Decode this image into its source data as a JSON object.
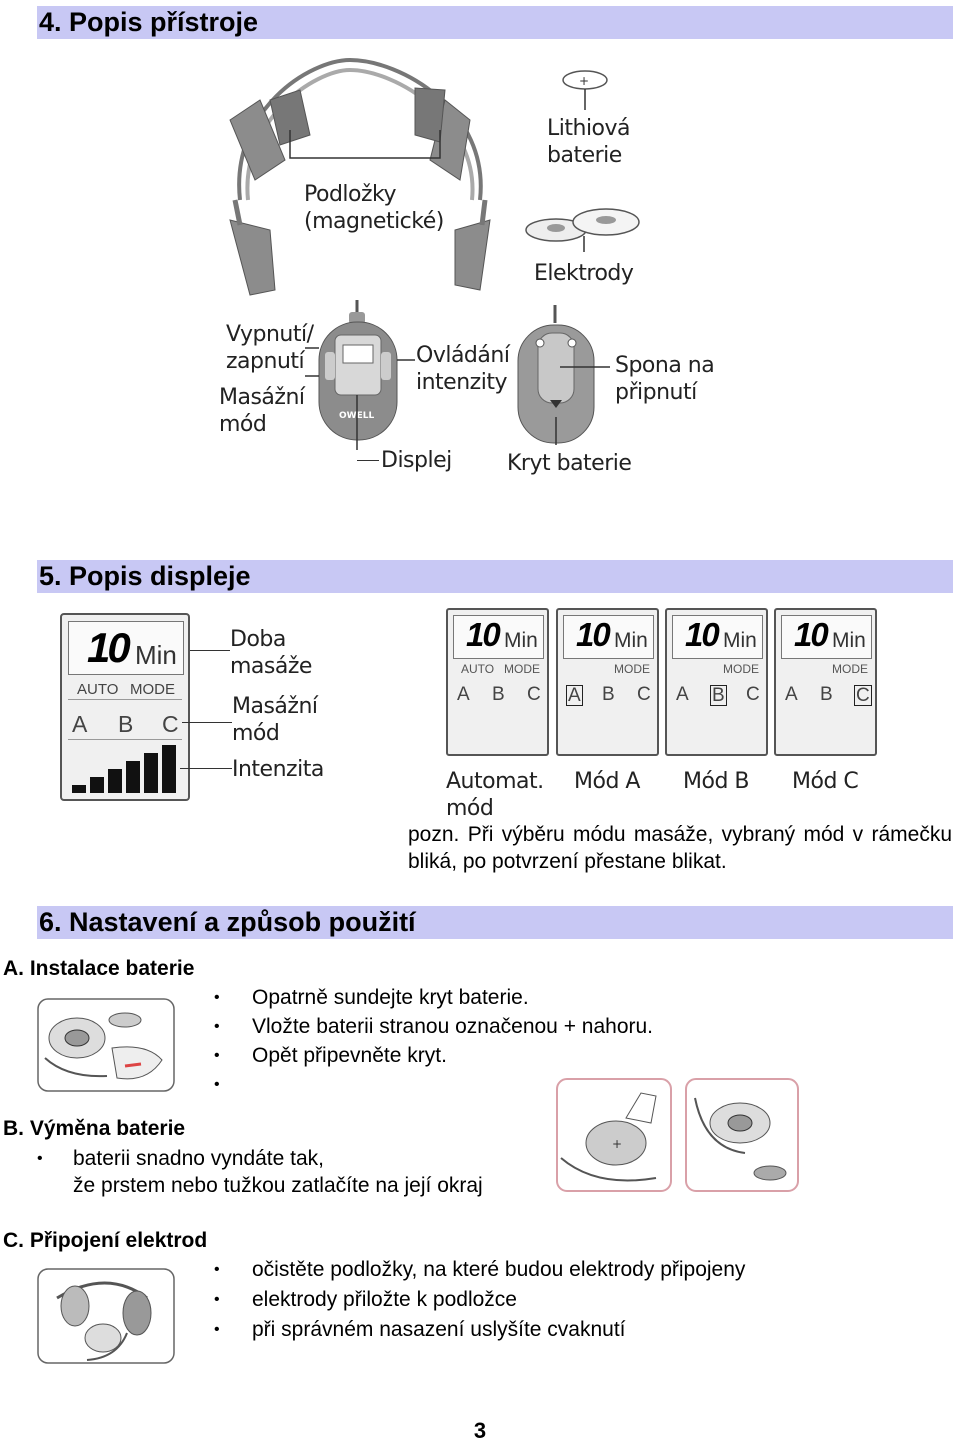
{
  "sections": {
    "s4": "4. Popis přístroje",
    "s5": "5. Popis displeje",
    "s6": "6. Nastavení a způsob použití"
  },
  "device": {
    "pads_l1": "Podložky",
    "pads_l2": "(magnetické)",
    "battery_l1": "Lithiová",
    "battery_l2": "baterie",
    "electrodes": "Elektrody",
    "power_l1": "Vypnutí/",
    "power_l2": "zapnutí",
    "mode_l1": "Masážní",
    "mode_l2": "mód",
    "intensity_l1": "Ovládání",
    "intensity_l2": "intenzity",
    "display": "Displej",
    "clip_l1": "Spona na",
    "clip_l2": "připnutí",
    "cover": "Kryt baterie",
    "brand": "OWELL"
  },
  "display": {
    "digits": "10",
    "unit": "Min",
    "auto": "AUTO",
    "mode": "MODE",
    "letters": [
      "A",
      "B",
      "C"
    ],
    "time_l1": "Doba",
    "time_l2": "masáže",
    "mode_l1": "Masážní",
    "mode_l2": "mód",
    "intensity": "Intenzita",
    "intensity_level": 6,
    "intensity_max": 6,
    "panels": [
      {
        "label1": "Automat.",
        "label2": "mód",
        "show_auto": true,
        "boxed": ""
      },
      {
        "label1": "Mód A",
        "label2": "",
        "show_auto": false,
        "boxed": "A"
      },
      {
        "label1": "Mód B",
        "label2": "",
        "show_auto": false,
        "boxed": "B"
      },
      {
        "label1": "Mód C",
        "label2": "",
        "show_auto": false,
        "boxed": "C"
      }
    ],
    "note": "pozn. Při výběru módu masáže, vybraný mód v rámečku bliká, po potvrzení přestane blikat."
  },
  "setup": {
    "a_title": "A. Instalace baterie",
    "a_items": [
      "Opatrně sundejte kryt baterie.",
      "Vložte baterii stranou označenou + nahoru.",
      "Opět připevněte kryt.",
      ""
    ],
    "b_title": "B. Výměna baterie",
    "b_line1": "baterii snadno vyndáte tak,",
    "b_line2": "že prstem nebo tužkou zatlačíte na její okraj",
    "c_title": "C. Připojení elektrod",
    "c_items": [
      "očistěte podložky, na které budou elektrody připojeny",
      "elektrody přiložte k podložce",
      "při správném nasazení uslyšíte cvaknutí"
    ],
    "bullet": "•"
  },
  "page_number": "3",
  "colors": {
    "section_bar": "#c8c8f4",
    "lcd_bg": "#f0f0f0",
    "device_gray": "#8c8c8c"
  }
}
